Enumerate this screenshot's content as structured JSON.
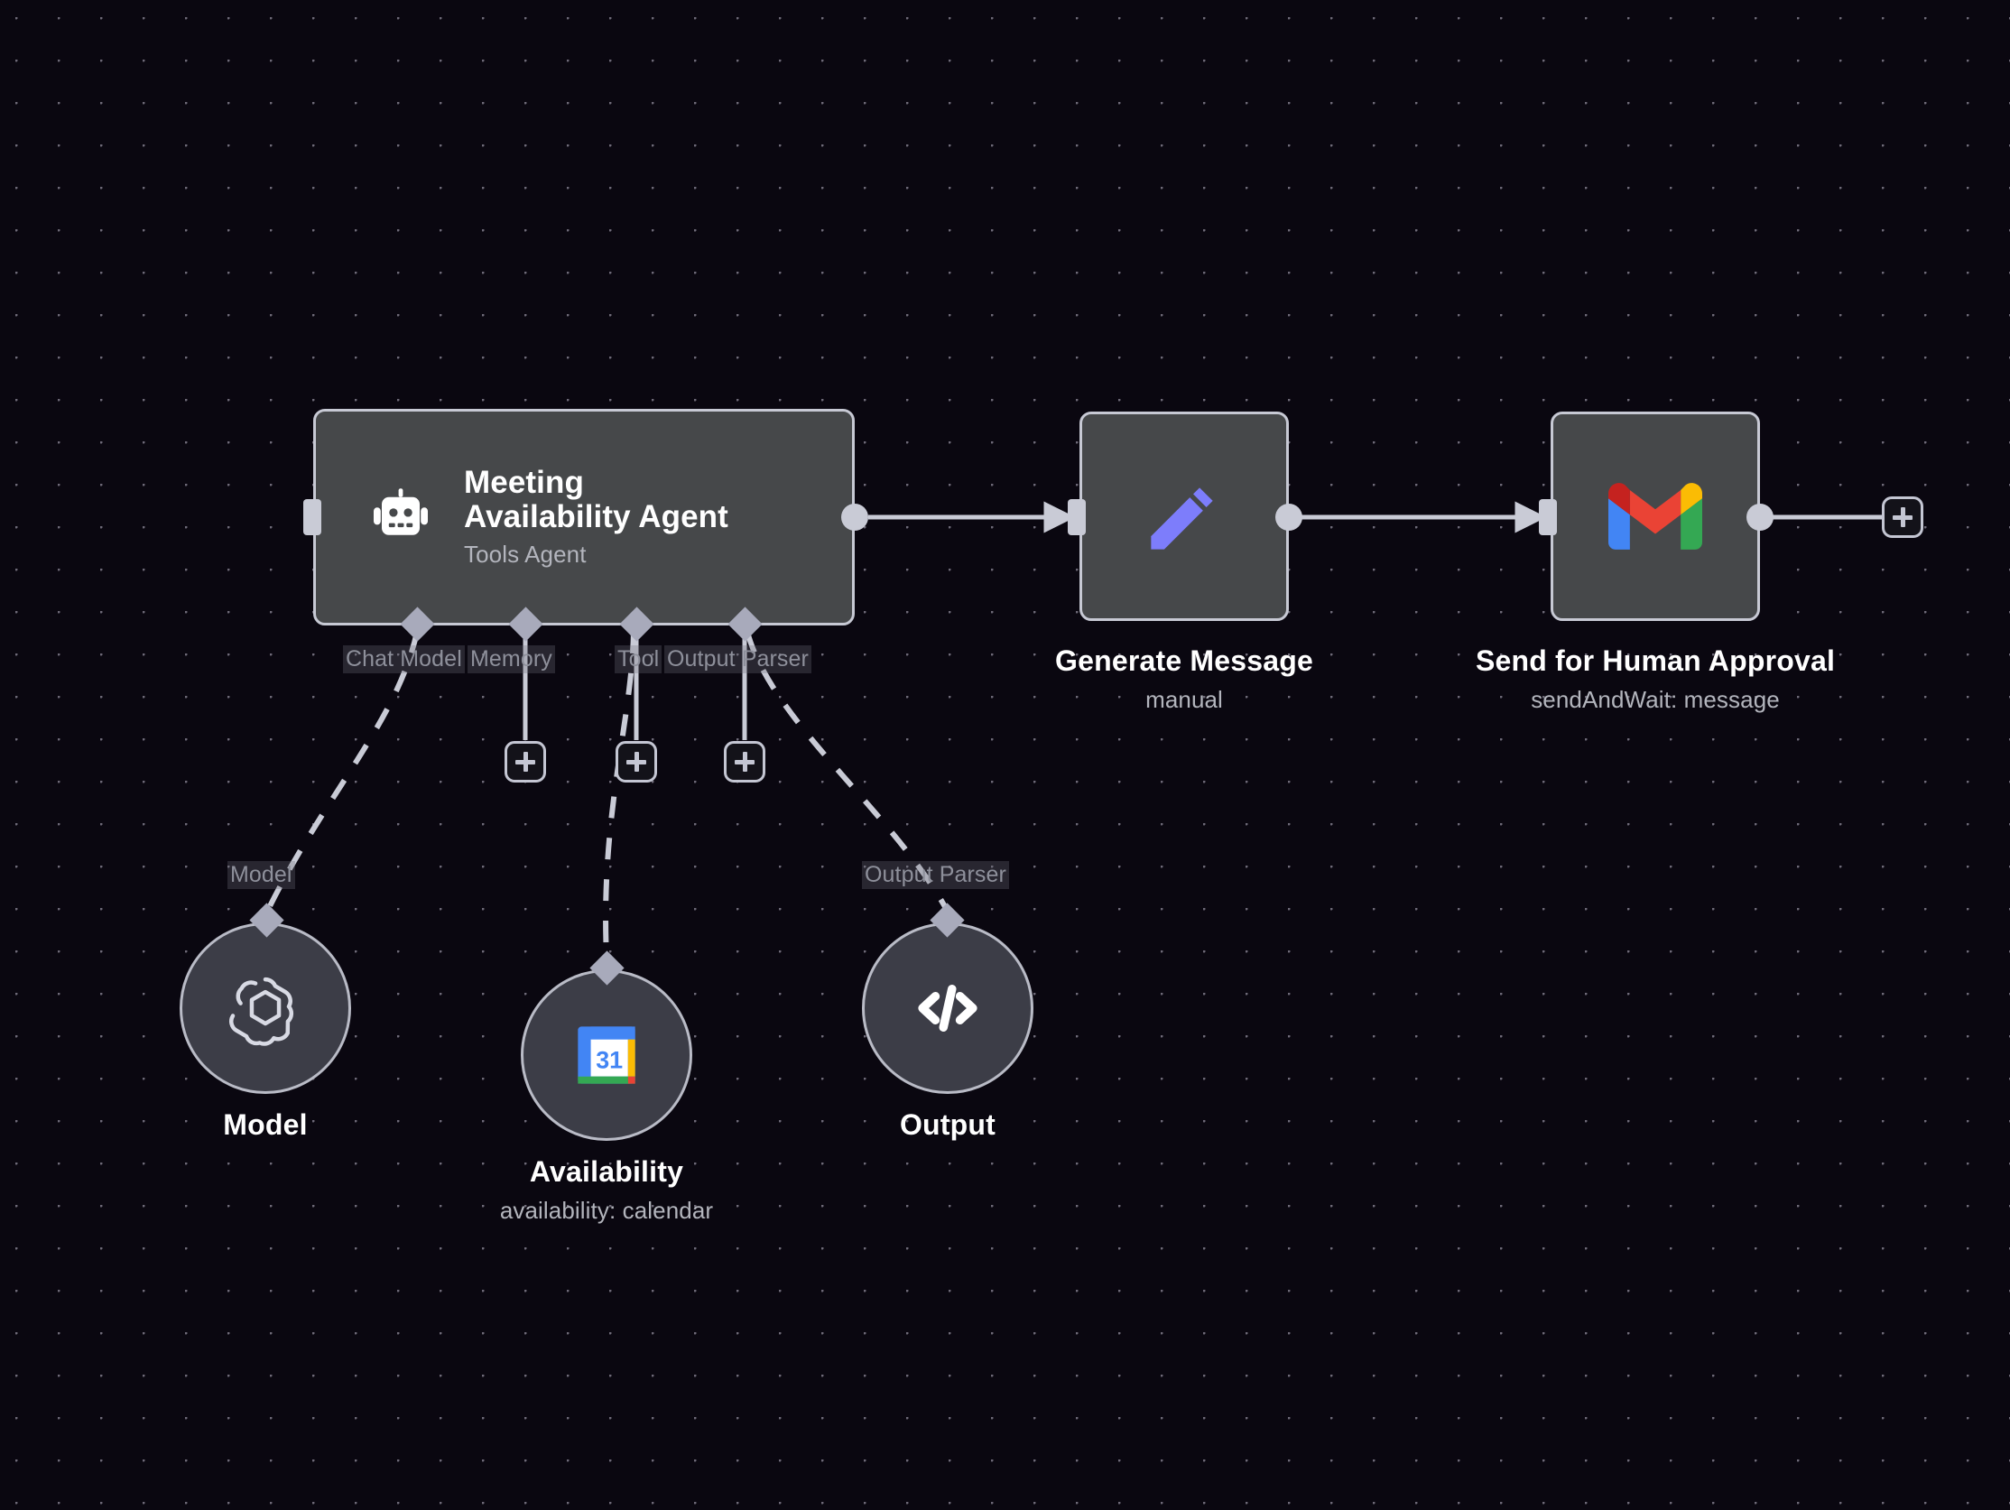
{
  "canvas": {
    "background_color": "#0a0710",
    "grid_dot_color": "#6e6a78",
    "node_fill": "#46484a",
    "node_border": "#c7c9d4",
    "wire_color": "#c9cbd6",
    "accent_purple": "#7d7dfb"
  },
  "nodes": {
    "agent": {
      "title_line1": "Meeting",
      "title_line2": "Availability Agent",
      "subtitle": "Tools Agent",
      "icon": "robot-icon"
    },
    "generate_message": {
      "title": "Generate Message",
      "subtitle": "manual",
      "icon": "pencil-icon"
    },
    "send_approval": {
      "title": "Send for Human Approval",
      "subtitle": "sendAndWait: message",
      "icon": "gmail-icon"
    },
    "model": {
      "title": "Model",
      "subtitle": "",
      "icon": "openai-icon"
    },
    "availability": {
      "title": "Availability",
      "subtitle": "availability: calendar",
      "icon": "google-calendar-icon"
    },
    "output": {
      "title": "Output",
      "subtitle": "",
      "icon": "code-brackets-icon"
    }
  },
  "connector_labels": {
    "chat_model": "Chat Model",
    "memory": "Memory",
    "tool": "Tool",
    "output_parser": "Output Parser",
    "model_endpoint": "Model",
    "output_parser_endpoint": "Output Parser"
  },
  "add_buttons": {
    "memory_add": "+",
    "tool_add": "+",
    "output_parser_add": "+",
    "flow_end_add": "+"
  }
}
